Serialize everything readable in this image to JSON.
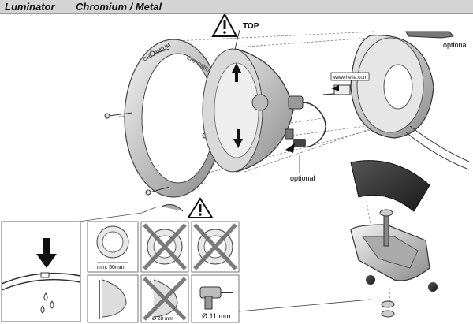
{
  "header": {
    "product": "Luminator",
    "variant": "Chromium / Metal"
  },
  "labels": {
    "top": "TOP",
    "optional_top": "optional",
    "optional_mid": "optional",
    "website": "www.hella.com",
    "min_dim": "min. 50mm",
    "hole_dim": "Ø 28 mm",
    "drill": "Ø 11 mm",
    "ring_text_a": "CHROMIUM",
    "ring_text_b": "CHROMIUM"
  },
  "icons": [
    "warning-icon",
    "drill-icon",
    "down-arrow-icon",
    "cross-out-icon"
  ]
}
